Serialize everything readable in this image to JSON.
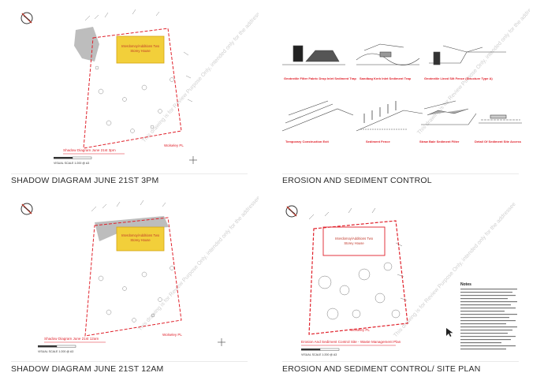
{
  "panels": [
    {
      "caption": "SHADOW DIAGRAM JUNE 21ST 3PM",
      "building_label_1": "Interdomoy/Additions Two",
      "building_label_2": "Storey House",
      "diagram_title": "Shadow Diagram June 21st 3pm",
      "scale_text": "VISUAL SCALE 1:200 @ A3",
      "street_label": "Wolseley PL",
      "watermark": "This drawing is for Review Purpose Only, intended only for the addressee"
    },
    {
      "caption": "EROSION AND SEDIMENT CONTROL",
      "details": [
        "Geotextile Filter Fabric Drop Inlet Sediment Trap",
        "Sandbag Kerb Inlet Sediment Trap",
        "Geotextile Lined Silt Fence (Structure Type A)",
        "Temporary Construction Exit",
        "Sediment Fence",
        "Straw Bale Sediment Filter",
        "Detail Of Sediment Site Access"
      ],
      "watermark": "This drawing is for Review Purpose Only, intended only for the addressee"
    },
    {
      "caption": "SHADOW DIAGRAM JUNE 21ST 12AM",
      "building_label_1": "Interdomoy/Additions Two",
      "building_label_2": "Storey House",
      "diagram_title": "Shadow Diagram June 21st 12am",
      "scale_text": "VISUAL SCALE 1:200 @ A3",
      "street_label": "Wolseley PL",
      "watermark": "This drawing is for Review Purpose Only, intended only for the addressee"
    },
    {
      "caption": "EROSION AND SEDIMENT CONTROL/ SITE PLAN",
      "building_label_1": "Interdomoy/Additions Two",
      "building_label_2": "Storey House",
      "diagram_title": "Erosion And Sediment Control Site - Waste Management Plan",
      "scale_text": "VISUAL SCALE 1:200 @ A3",
      "street_label": "Wolseley PL",
      "notes_title": "Notes",
      "watermark": "This drawing is for Review Purpose Only, intended only for the addressee"
    }
  ],
  "colors": {
    "red": "#e0212b",
    "yellow": "#f2cf3a",
    "shadow": "#b9b9b9",
    "line": "#555555"
  },
  "icons": {
    "compass": "compass-icon",
    "crosshair": "crosshair-icon"
  }
}
